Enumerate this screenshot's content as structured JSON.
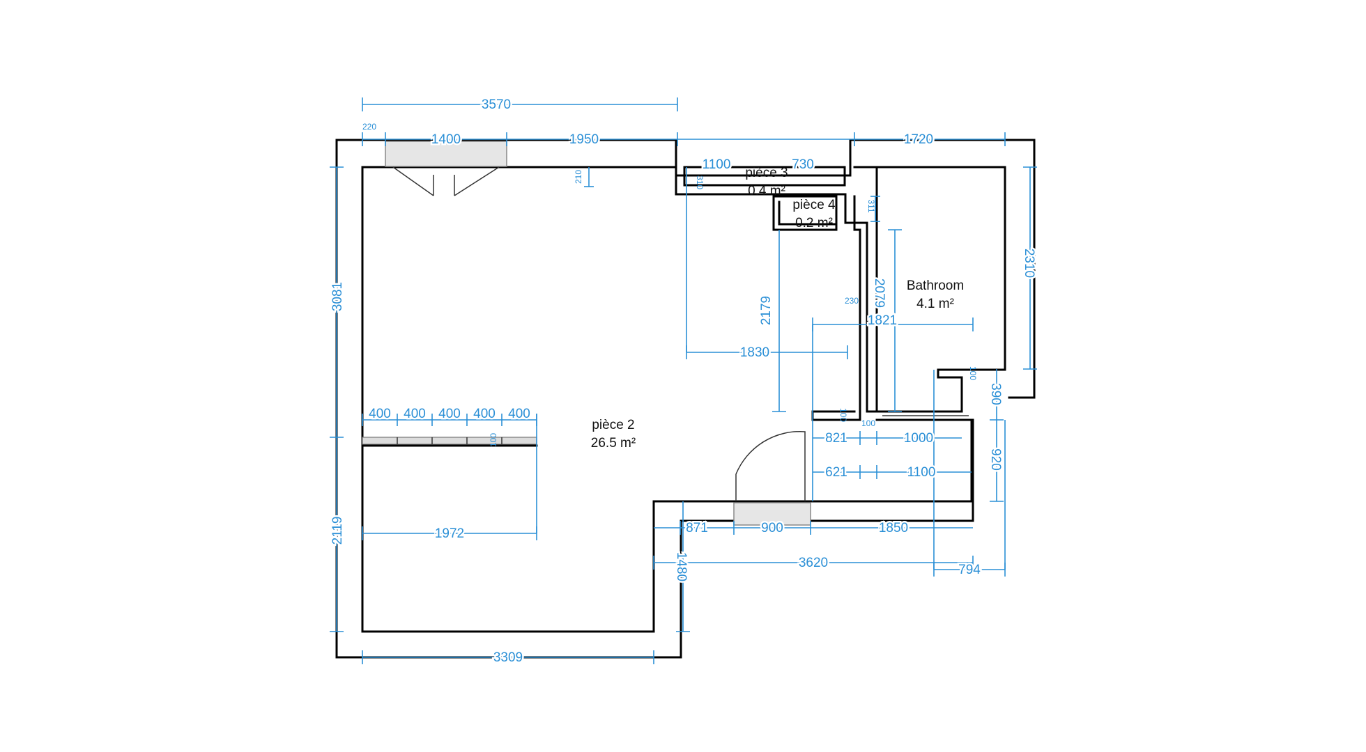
{
  "rooms": {
    "piece2": {
      "name": "pièce 2",
      "area": "26.5 m²"
    },
    "piece3": {
      "name": "pièce 3",
      "area": "0.4 m²"
    },
    "piece4": {
      "name": "pièce 4",
      "area": "0.2 m²"
    },
    "bathroom": {
      "name": "Bathroom",
      "area": "4.1 m²"
    }
  },
  "dimensions": {
    "top_total": "3570",
    "top_window_offset": "220",
    "top_window": "1400",
    "top_right_segment": "1950",
    "top_bathroom": "1720",
    "p3_width": "1100",
    "p3_right": "730",
    "p3_depth": "310",
    "p3_offset": "210",
    "p4_depth": "311",
    "left_upper": "3081",
    "left_lower": "2119",
    "bath_right": "2310",
    "corridor_height": "2179",
    "bath_wall_height": "2079",
    "bath_small": "230",
    "bath_width": "1821",
    "corridor_width": "1830",
    "bath_notch": "100",
    "right_390": "390",
    "right_920": "920",
    "shelf_1": "400",
    "shelf_2": "400",
    "shelf_3": "400",
    "shelf_4": "400",
    "shelf_5": "400",
    "shelf_depth": "100",
    "wall_100a": "100",
    "wall_100b": "100",
    "hall_821": "821",
    "hall_1000": "1000",
    "hall_621": "621",
    "hall_1100": "1100",
    "lower_width": "1972",
    "door_offset": "871",
    "door_width": "900",
    "door_right": "1850",
    "lower_total": "3620",
    "step_height": "1480",
    "right_794": "794",
    "bottom": "3309"
  }
}
